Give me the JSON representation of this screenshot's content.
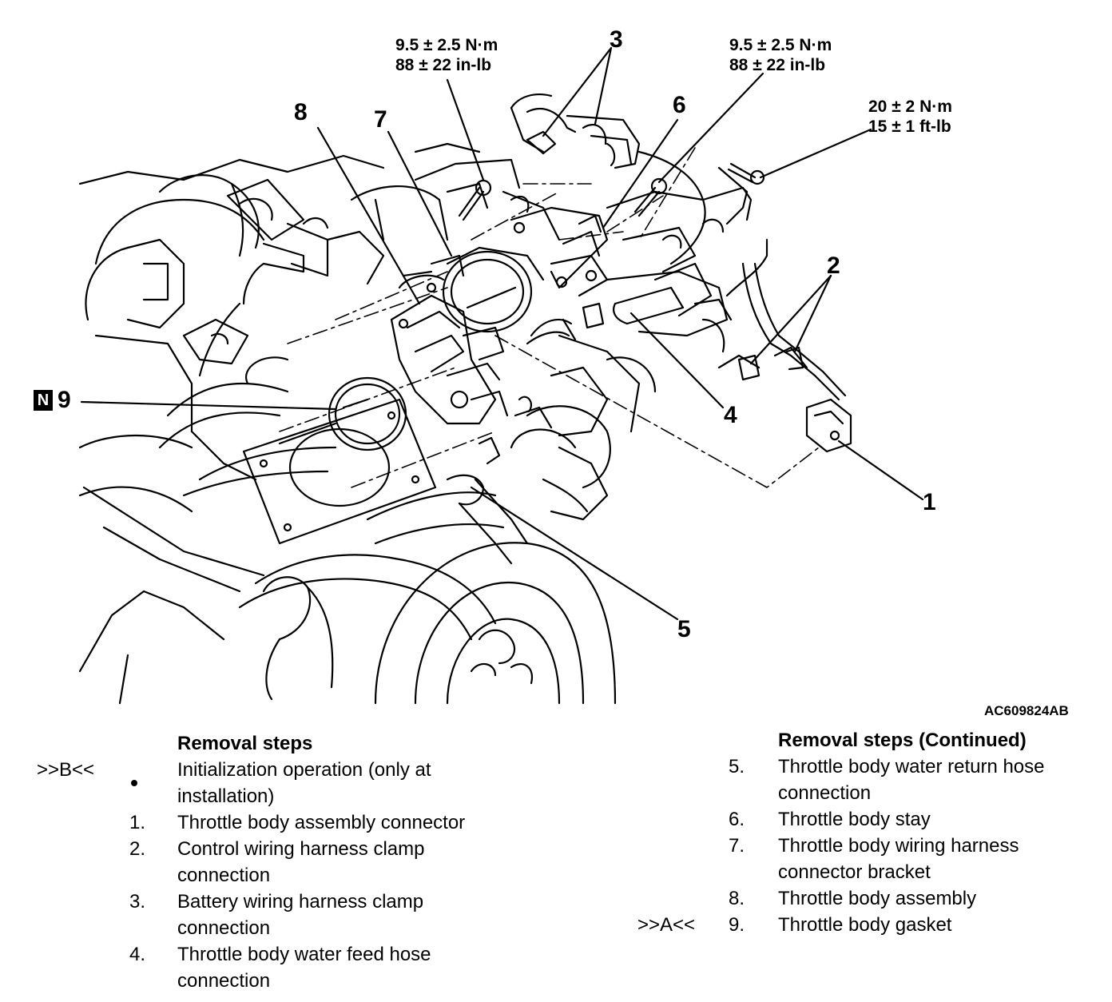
{
  "figure_id": "AC609824AB",
  "callouts": {
    "c1": "1",
    "c2": "2",
    "c3": "3",
    "c4": "4",
    "c5": "5",
    "c6": "6",
    "c7": "7",
    "c8": "8",
    "c9": "9",
    "n_badge": "N"
  },
  "torque": {
    "left": {
      "metric": "9.5 ± 2.5 N·m",
      "imperial": "88 ± 22 in-lb"
    },
    "middle": {
      "metric": "9.5 ± 2.5 N·m",
      "imperial": "88 ± 22 in-lb"
    },
    "right": {
      "metric": "20 ± 2 N·m",
      "imperial": "15 ± 1 ft-lb"
    }
  },
  "removal_steps": {
    "title": "Removal steps",
    "items": [
      {
        "ref": ">>B<<",
        "num": "",
        "text_lines": [
          "Initialization operation (only at",
          "installation)"
        ]
      },
      {
        "ref": "",
        "num": "1.",
        "text_lines": [
          "Throttle body assembly connector"
        ]
      },
      {
        "ref": "",
        "num": "2.",
        "text_lines": [
          "Control wiring harness clamp",
          "connection"
        ]
      },
      {
        "ref": "",
        "num": "3.",
        "text_lines": [
          "Battery wiring harness clamp",
          "connection"
        ]
      },
      {
        "ref": "",
        "num": "4.",
        "text_lines": [
          "Throttle body water feed hose",
          "connection"
        ]
      }
    ]
  },
  "removal_steps_continued": {
    "title": "Removal steps (Continued)",
    "items": [
      {
        "ref": "",
        "num": "5.",
        "text_lines": [
          "Throttle body water return hose",
          "connection"
        ]
      },
      {
        "ref": "",
        "num": "6.",
        "text_lines": [
          "Throttle body stay"
        ]
      },
      {
        "ref": "",
        "num": "7.",
        "text_lines": [
          "Throttle body wiring harness",
          "connector bracket"
        ]
      },
      {
        "ref": "",
        "num": "8.",
        "text_lines": [
          "Throttle body assembly"
        ]
      },
      {
        "ref": ">>A<<",
        "num": "9.",
        "text_lines": [
          "Throttle body gasket"
        ]
      }
    ]
  }
}
